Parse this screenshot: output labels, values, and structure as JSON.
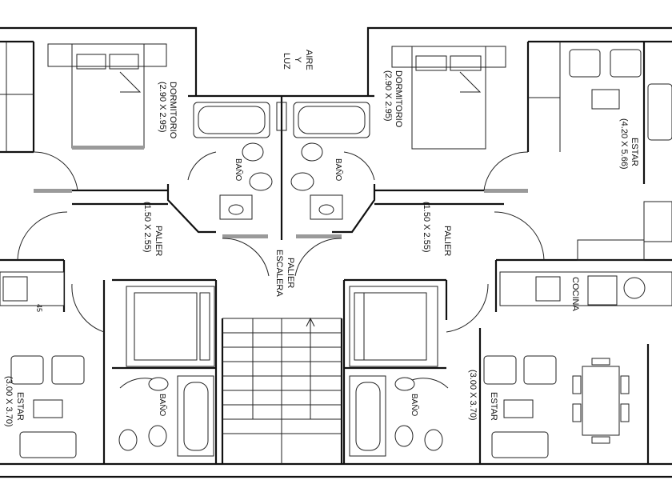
{
  "rooms": {
    "dorm_left": {
      "name": "DORMITORIO",
      "dims": "(2.90 X 2.95)"
    },
    "dorm_right": {
      "name": "DORMITORIO",
      "dims": "(2.90 X 2.95)"
    },
    "estar_right_top": {
      "name": "ESTAR",
      "dims": "(4.20 X 5.66)"
    },
    "aire_luz": {
      "line1": "AIRE",
      "line2": "Y",
      "line3": "LUZ"
    },
    "bano_top_left": {
      "name": "BAÑO"
    },
    "bano_top_right": {
      "name": "BAÑO"
    },
    "palier_left": {
      "name": "PALIER",
      "dims": "(1.50 X 2.55)"
    },
    "palier_right": {
      "name": "PALIER",
      "dims": "(1.50 X 2.55)"
    },
    "palier_escalera": {
      "line1": "PALIER",
      "line2": "ESCALERA"
    },
    "cocina": {
      "name": "COCINA"
    },
    "bano_bottom_left": {
      "name": "BAÑO"
    },
    "bano_bottom_right": {
      "name": "BAÑO"
    },
    "estar_left": {
      "name": "ESTAR",
      "dims": "(3.00 X 3.70)"
    },
    "estar_right": {
      "name": "ESTAR",
      "dims": "(3.00 X 3.70)"
    },
    "edge_mark": {
      "text": "45"
    }
  }
}
